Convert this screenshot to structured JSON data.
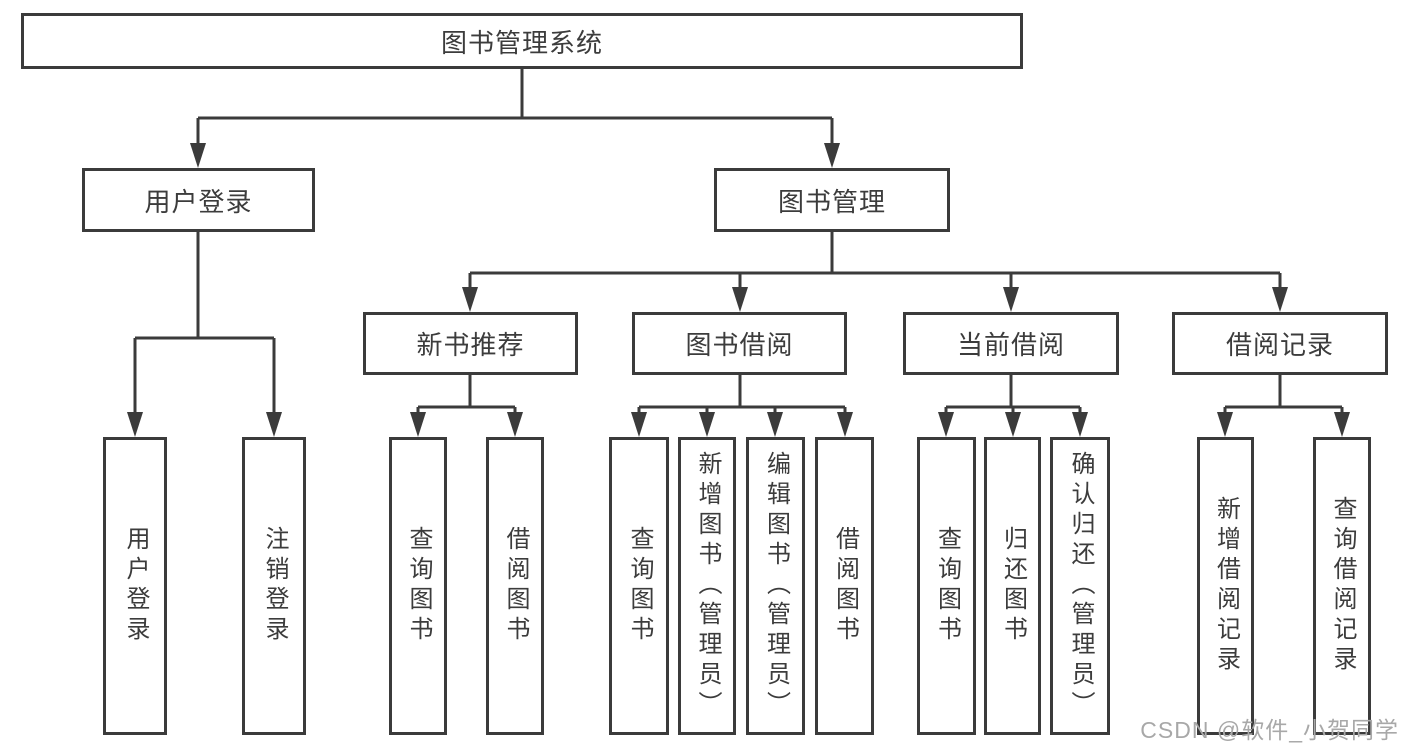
{
  "diagram": {
    "type": "hierarchy-tree",
    "nodes": {
      "root": "图书管理系统",
      "user_login": "用户登录",
      "book_mgmt": "图书管理",
      "leaf_user_login": "用户登录",
      "leaf_logout": "注销登录",
      "new_book_rec": "新书推荐",
      "book_borrow": "图书借阅",
      "current_borrow": "当前借阅",
      "borrow_record": "借阅记录",
      "nbr_query": "查询图书",
      "nbr_borrow": "借阅图书",
      "bb_query": "查询图书",
      "bb_add": "新增图书（管理员）",
      "bb_edit": "编辑图书（管理员）",
      "bb_borrow": "借阅图书",
      "cb_query": "查询图书",
      "cb_return": "归还图书",
      "cb_confirm": "确认归还（管理员）",
      "br_add": "新增借阅记录",
      "br_query": "查询借阅记录"
    },
    "edges": [
      [
        "root",
        "user_login"
      ],
      [
        "root",
        "book_mgmt"
      ],
      [
        "user_login",
        "leaf_user_login"
      ],
      [
        "user_login",
        "leaf_logout"
      ],
      [
        "book_mgmt",
        "new_book_rec"
      ],
      [
        "book_mgmt",
        "book_borrow"
      ],
      [
        "book_mgmt",
        "current_borrow"
      ],
      [
        "book_mgmt",
        "borrow_record"
      ],
      [
        "new_book_rec",
        "nbr_query"
      ],
      [
        "new_book_rec",
        "nbr_borrow"
      ],
      [
        "book_borrow",
        "bb_query"
      ],
      [
        "book_borrow",
        "bb_add"
      ],
      [
        "book_borrow",
        "bb_edit"
      ],
      [
        "book_borrow",
        "bb_borrow"
      ],
      [
        "current_borrow",
        "cb_query"
      ],
      [
        "current_borrow",
        "cb_return"
      ],
      [
        "current_borrow",
        "cb_confirm"
      ],
      [
        "borrow_record",
        "br_add"
      ],
      [
        "borrow_record",
        "br_query"
      ]
    ]
  },
  "watermark": {
    "text": "CSDN @软件_小贺同学"
  },
  "colors": {
    "line": "#3b3b3b",
    "text": "#3c3c3c",
    "watermark": "#a8a8a8",
    "background": "#ffffff"
  }
}
